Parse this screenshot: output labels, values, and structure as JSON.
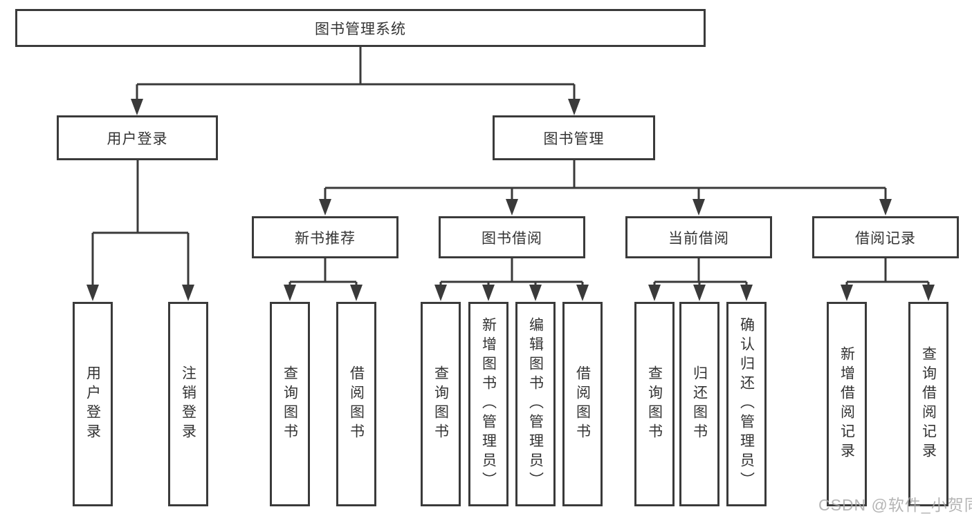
{
  "diagram": {
    "root": "图书管理系统",
    "level2": [
      "用户登录",
      "图书管理"
    ],
    "level3": [
      "新书推荐",
      "图书借阅",
      "当前借阅",
      "借阅记录"
    ],
    "leaves": {
      "login": [
        "用户登录",
        "注销登录"
      ],
      "recommend": [
        "查询图书",
        "借阅图书"
      ],
      "borrow": [
        "查询图书",
        "新增图书（管理员）",
        "编辑图书（管理员）",
        "借阅图书"
      ],
      "current": [
        "查询图书",
        "归还图书",
        "确认归还（管理员）"
      ],
      "records": [
        "新增借阅记录",
        "查询借阅记录"
      ]
    }
  },
  "watermark": "CSDN @软件_小贺同学",
  "colors": {
    "line": "#3a3a3a",
    "text": "#333333",
    "background": "#ffffff",
    "watermark": "#a8a8a8"
  }
}
